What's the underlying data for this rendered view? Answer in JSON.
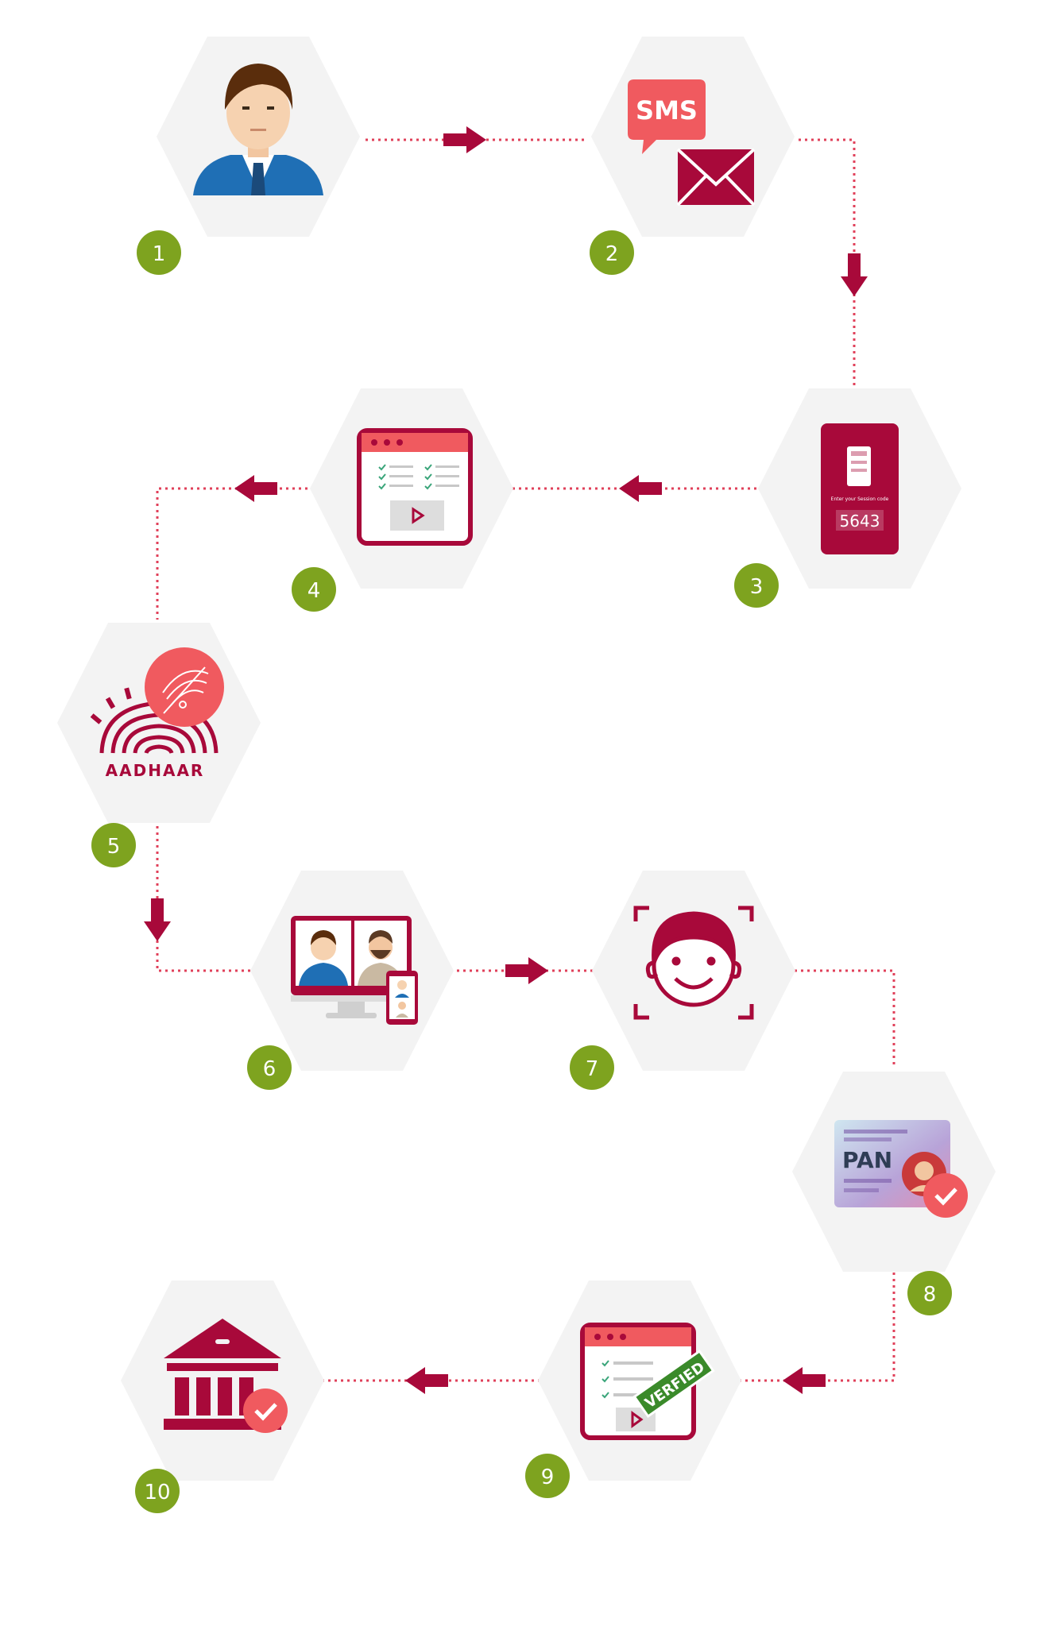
{
  "diagram": {
    "steps": [
      {
        "number": "1",
        "icon": "customer-avatar-icon"
      },
      {
        "number": "2",
        "icon": "sms-email-icon",
        "sms_text": "SMS"
      },
      {
        "number": "3",
        "icon": "mobile-session-code-icon",
        "prompt": "Enter your Session code",
        "code": "5643"
      },
      {
        "number": "4",
        "icon": "browser-checklist-video-icon"
      },
      {
        "number": "5",
        "icon": "aadhaar-fingerprint-icon",
        "logo_text": "AADHAAR"
      },
      {
        "number": "6",
        "icon": "video-call-icon"
      },
      {
        "number": "7",
        "icon": "face-scan-icon"
      },
      {
        "number": "8",
        "icon": "pan-card-verified-icon",
        "card_text": "PAN"
      },
      {
        "number": "9",
        "icon": "verified-document-icon",
        "stamp_text": "VERFIED"
      },
      {
        "number": "10",
        "icon": "bank-verified-icon"
      }
    ],
    "colors": {
      "primary": "#a8093a",
      "accent": "#f05a5f",
      "badge": "#7ea31f",
      "hexagon": "#f3f3f3",
      "connector": "#e0405a"
    }
  }
}
